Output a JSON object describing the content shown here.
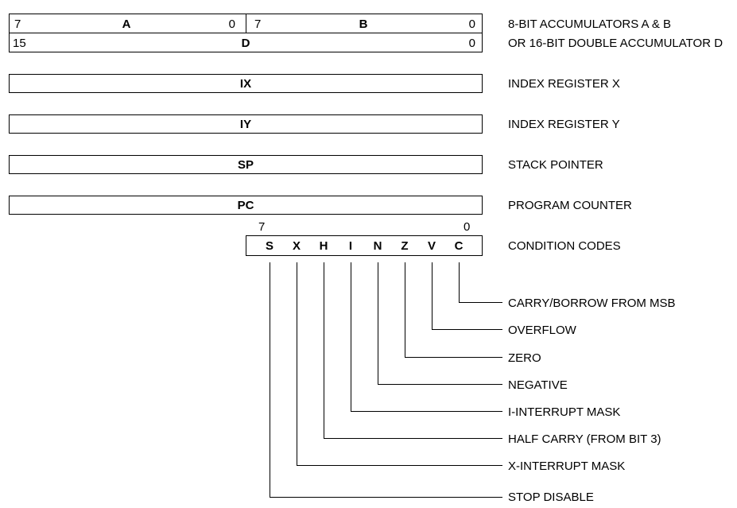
{
  "accumulators": {
    "a": {
      "high_bit": "7",
      "name": "A",
      "low_bit": "0"
    },
    "b": {
      "high_bit": "7",
      "name": "B",
      "low_bit": "0"
    },
    "d": {
      "high_bit": "15",
      "name": "D",
      "low_bit": "0"
    },
    "desc_line1": "8-BIT ACCUMULATORS A & B",
    "desc_line2": "OR 16-BIT DOUBLE ACCUMULATOR D"
  },
  "registers": [
    {
      "name": "IX",
      "desc": "INDEX REGISTER X"
    },
    {
      "name": "IY",
      "desc": "INDEX REGISTER Y"
    },
    {
      "name": "SP",
      "desc": "STACK POINTER"
    },
    {
      "name": "PC",
      "desc": "PROGRAM COUNTER"
    }
  ],
  "ccr": {
    "high_bit": "7",
    "low_bit": "0",
    "desc": "CONDITION CODES",
    "flags": [
      "S",
      "X",
      "H",
      "I",
      "N",
      "Z",
      "V",
      "C"
    ]
  },
  "flag_descriptions": [
    "CARRY/BORROW FROM MSB",
    "OVERFLOW",
    "ZERO",
    "NEGATIVE",
    "I-INTERRUPT MASK",
    "HALF CARRY (FROM BIT 3)",
    "X-INTERRUPT MASK",
    "STOP DISABLE"
  ]
}
